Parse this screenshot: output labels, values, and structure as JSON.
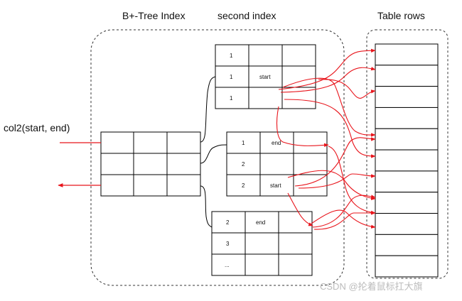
{
  "labels": {
    "btree_title": "B+-Tree Index",
    "second_index": "second index",
    "table_rows": "Table rows",
    "input": "col2(start, end)"
  },
  "nodes": {
    "top": [
      [
        "1",
        ""
      ],
      [
        "1",
        "start"
      ],
      [
        "1",
        ""
      ]
    ],
    "mid": [
      [
        "1",
        "end"
      ],
      [
        "2",
        ""
      ],
      [
        "2",
        "start"
      ]
    ],
    "bot": [
      [
        "2",
        "end"
      ],
      [
        "3",
        ""
      ],
      [
        "...",
        ""
      ]
    ]
  },
  "watermark": "CSDN @抡着鼠标扛大旗",
  "colors": {
    "arrow": "#e8141b",
    "line": "#000000"
  },
  "table_row_count": 11
}
